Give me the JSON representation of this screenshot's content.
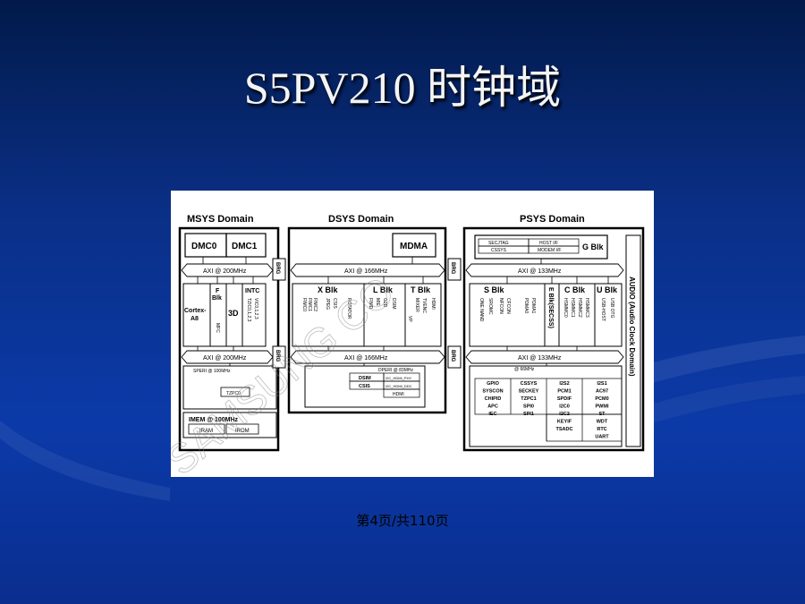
{
  "slide": {
    "title": "S5PV210 时钟域",
    "footer": "第4页/共110页"
  },
  "diagram": {
    "watermark": "SAMSUNG CO",
    "domains": {
      "msys": "MSYS Domain",
      "dsys": "DSYS Domain",
      "psys": "PSYS Domain",
      "audio": "AUDIO (Audio Clock Domain)"
    },
    "msys": {
      "dmc0": "DMC0",
      "dmc1": "DMC1",
      "axi_top": "AXI @ 200MHz",
      "axi_bottom": "AXI @ 200MHz",
      "cortex": [
        "Cortex-",
        "A8"
      ],
      "fblk": [
        "F",
        "Blk"
      ],
      "mfc": "MFC",
      "three_d": "3D",
      "intc": "INTC",
      "intc_sub": [
        "TZIC0,1,2,3",
        "VIC0,1,2,3"
      ],
      "speri": "SPERI @ 100MHz",
      "tzpc": "TZPC0",
      "imem": "IMEM @ 100MHz",
      "iram": "IRAM",
      "irom": "IROM"
    },
    "brg": "BRG",
    "dsys": {
      "mdma": "MDMA",
      "axi_top": "AXI @ 166MHz",
      "axi_bottom": "AXI @ 166MHz",
      "blocks": [
        "X Blk",
        "L Blk",
        "T Blk"
      ],
      "xblk_items": [
        "FIMC0",
        "FIMC1",
        "FIMC2",
        "JPEG",
        "CSIS",
        "ROTATOR"
      ],
      "lblk_items": [
        "FIMD",
        "MIE",
        "G2D",
        "DSIM"
      ],
      "tblk_items": [
        "VP",
        "MIXER",
        "TVENC",
        "HDMI"
      ],
      "dperi": "DPERI @ 83MHz",
      "dperi_items": [
        "DSIM",
        "CSIS",
        "I2C_HDMI_PHY",
        "I2C_HDMI_DDC",
        "HDMI"
      ]
    },
    "psys": {
      "gblk_items": [
        "SECJTAG",
        "HOST I/F",
        "CSSYS",
        "MODEM I/F"
      ],
      "gblk": "G Blk",
      "axi_top": "AXI @ 133MHz",
      "axi_bottom": "AXI @ 133MHz",
      "blocks": [
        "S Blk",
        "E Blk(SECSS)",
        "C Blk",
        "U Blk"
      ],
      "sblk_items": [
        "ONE NAND",
        "SROMC",
        "NFCON",
        "CFCON"
      ],
      "eblk_items": [
        "PDMA0",
        "PDMA1"
      ],
      "cblk_items": [
        "HSMMC0",
        "HSMMC1",
        "HSMMC2",
        "HSMMC3"
      ],
      "ublk_items": [
        "USB-HOST",
        "USB OTG"
      ],
      "apb": "@ 66MHz",
      "periph_table": [
        [
          "GPIO",
          "CSSYS",
          "I2S2",
          "I2S1"
        ],
        [
          "SYSCON",
          "SECKEY",
          "PCM1",
          "AC97"
        ],
        [
          "CHIPID",
          "TZPC1",
          "SPDIF",
          "PCM0"
        ],
        [
          "APC",
          "SPI0",
          "I2C0",
          "PWMI"
        ],
        [
          "IEC",
          "SPI1",
          "I2C2",
          "ST"
        ],
        [
          "",
          "",
          "KEYIF",
          "WDT"
        ],
        [
          "",
          "",
          "TSADC",
          "RTC"
        ],
        [
          "",
          "",
          "",
          "UART"
        ]
      ]
    }
  }
}
